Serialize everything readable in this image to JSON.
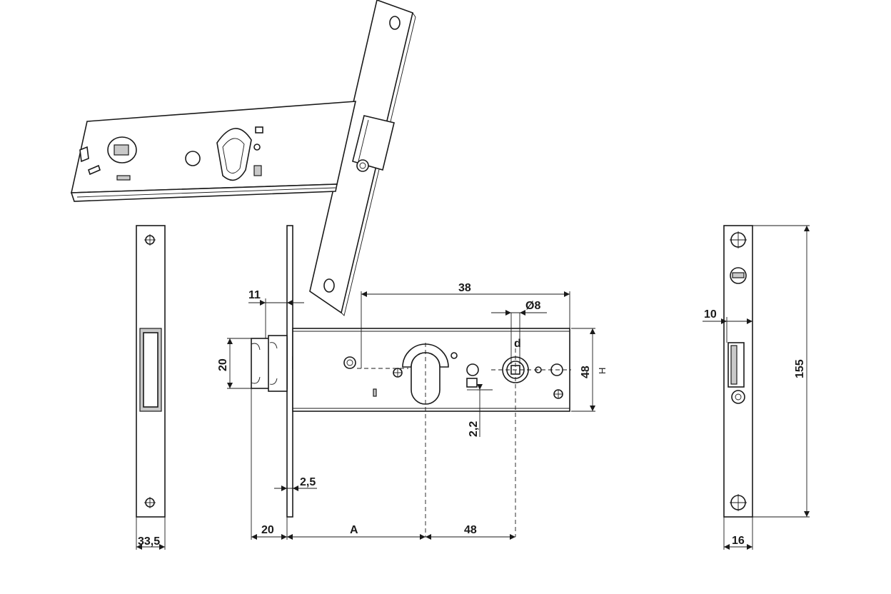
{
  "dimensions": {
    "d38": "38",
    "dia8": "Ø8",
    "d11": "11",
    "d10": "10",
    "d20_height": "20",
    "d48_height": "48",
    "d155": "155",
    "d2_2": "2,2",
    "d2_5": "2,5",
    "d33_5": "33,5",
    "d20_bottom": "20",
    "dA": "A",
    "d48_bottom": "48",
    "d16": "16",
    "label_d": "d",
    "label_h": "H"
  }
}
